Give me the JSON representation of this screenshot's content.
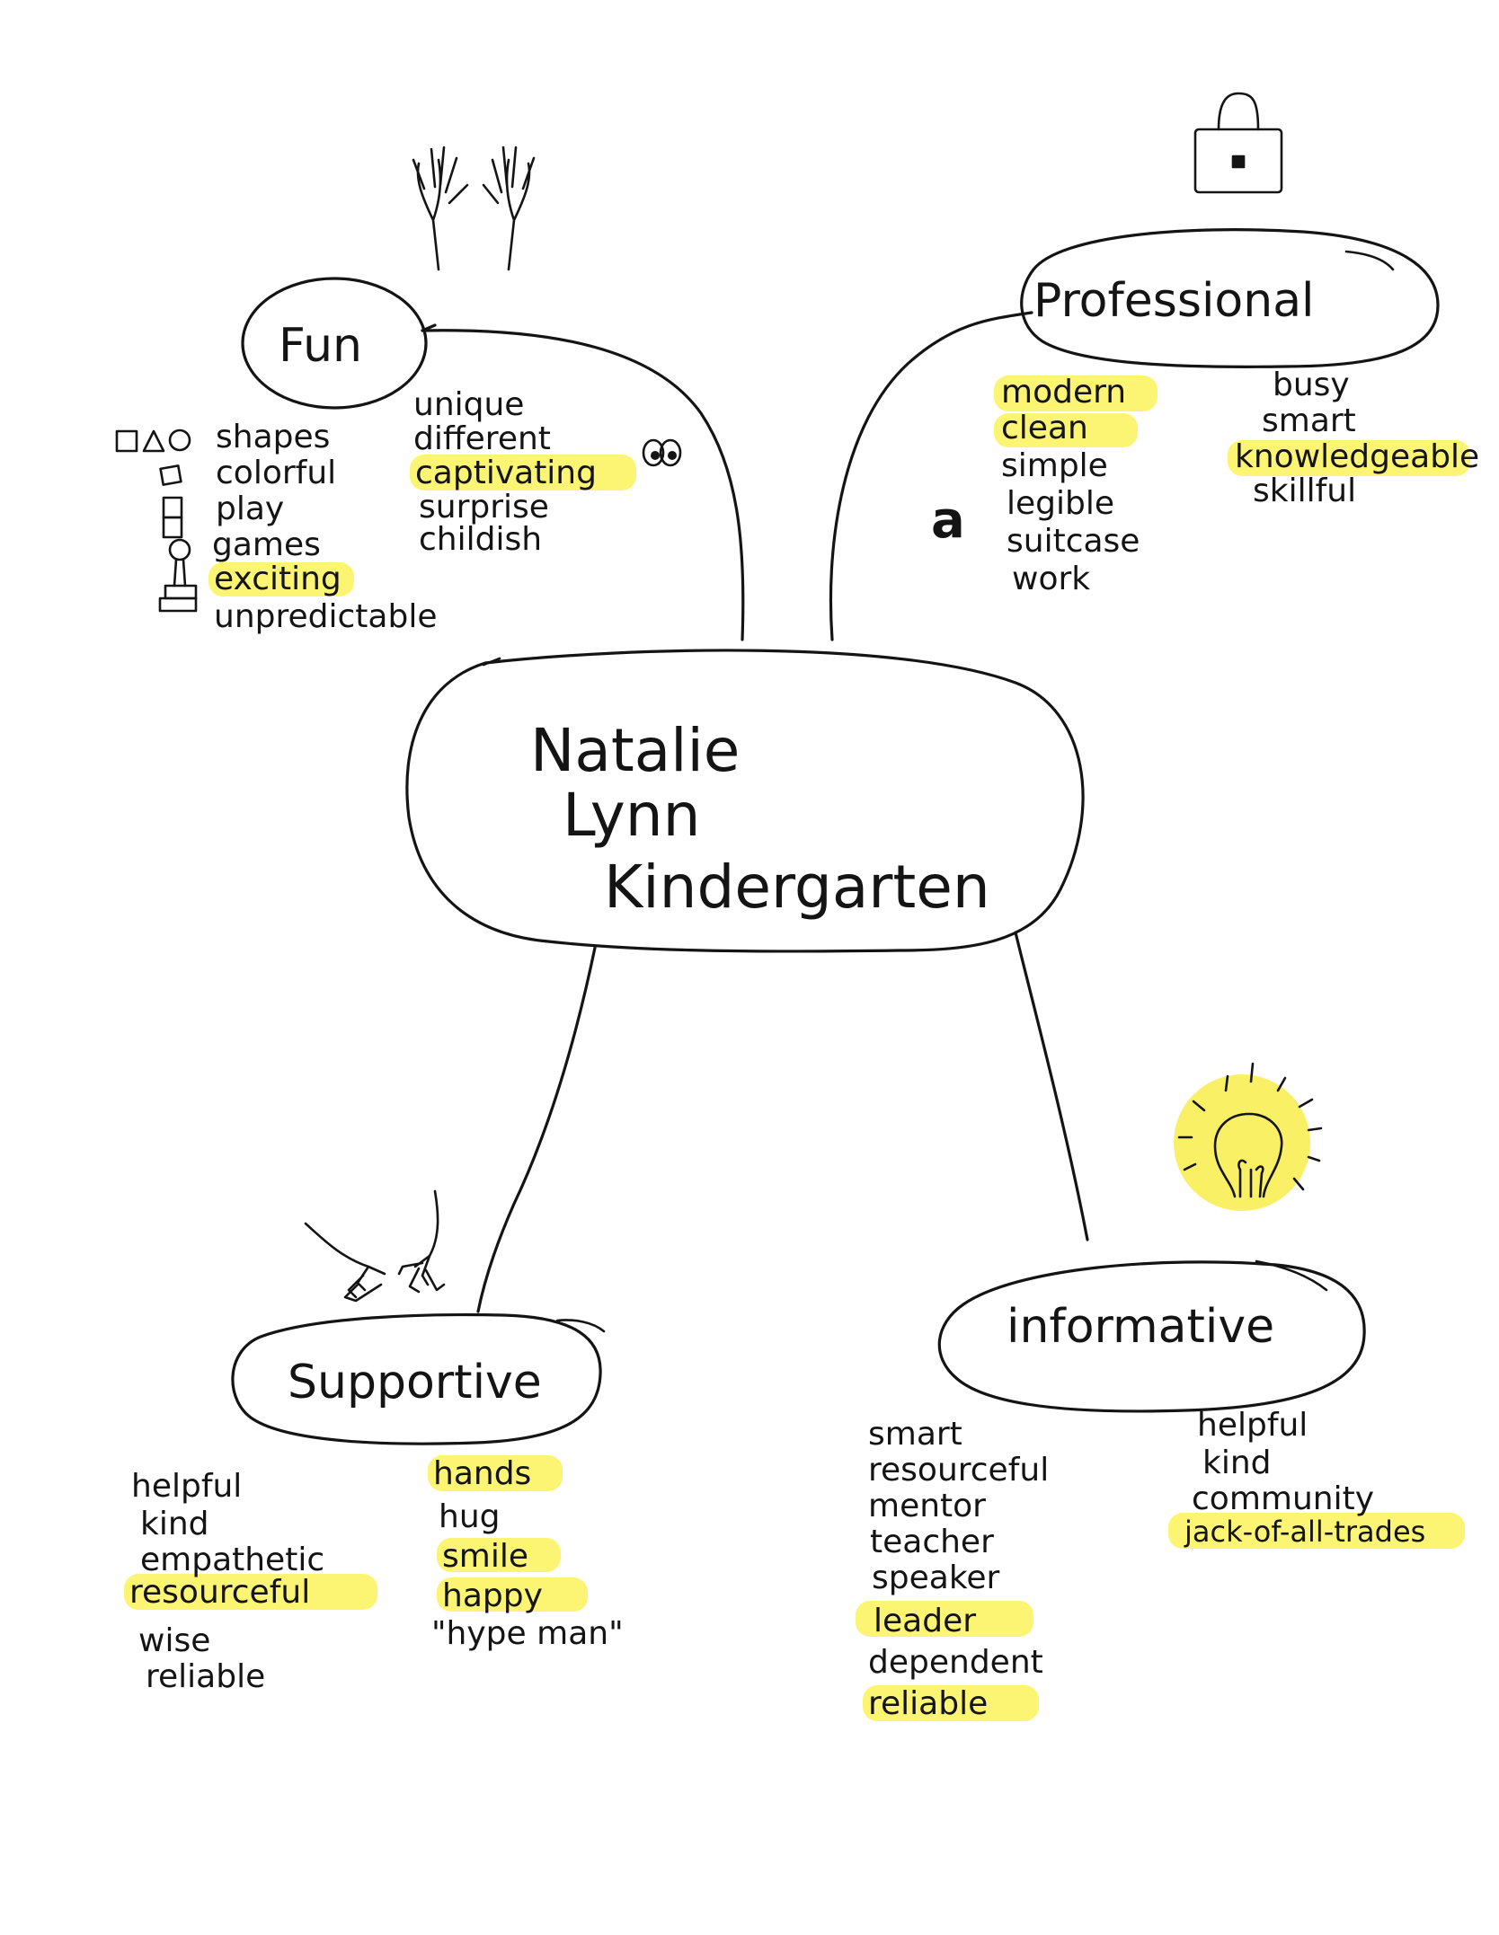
{
  "center": {
    "lines": [
      "Natalie",
      "Lynn",
      "Kindergarten"
    ]
  },
  "branches": {
    "fun": {
      "label": "Fun",
      "col1": [
        "shapes",
        "colorful",
        "play",
        "games",
        "exciting",
        "unpredictable"
      ],
      "col2": [
        "unique",
        "different",
        "captivating",
        "surprise",
        "childish"
      ],
      "highlighted": [
        "exciting",
        "captivating"
      ],
      "icons": [
        "raised-hands-icon",
        "shapes-icon",
        "blocks-icon",
        "stamp-icon",
        "googly-eyes-icon"
      ]
    },
    "professional": {
      "label": "Professional",
      "col1": [
        "modern",
        "clean",
        "simple",
        "legible",
        "suitcase",
        "work"
      ],
      "col2": [
        "busy",
        "smart",
        "knowledgeable",
        "skillful"
      ],
      "highlighted": [
        "modern",
        "clean",
        "knowledgeable"
      ],
      "side_glyph": "a",
      "icons": [
        "briefcase-icon"
      ]
    },
    "supportive": {
      "label": "Supportive",
      "col1": [
        "helpful",
        "kind",
        "empathetic",
        "resourceful",
        "wise",
        "reliable"
      ],
      "col2": [
        "hands",
        "hug",
        "smile",
        "happy",
        "\"hype man\""
      ],
      "highlighted": [
        "resourceful",
        "hands",
        "smile",
        "happy"
      ],
      "icons": [
        "reaching-hands-icon"
      ]
    },
    "informative": {
      "label": "informative",
      "col1": [
        "smart",
        "resourceful",
        "mentor",
        "teacher",
        "speaker",
        "leader",
        "dependent",
        "reliable"
      ],
      "col2": [
        "helpful",
        "kind",
        "community",
        "jack-of-all-trades"
      ],
      "highlighted": [
        "leader",
        "reliable",
        "jack-of-all-trades"
      ],
      "icons": [
        "lightbulb-icon"
      ]
    }
  },
  "colors": {
    "ink": "#141414",
    "highlight": "#fbf35a",
    "background": "#ffffff"
  }
}
